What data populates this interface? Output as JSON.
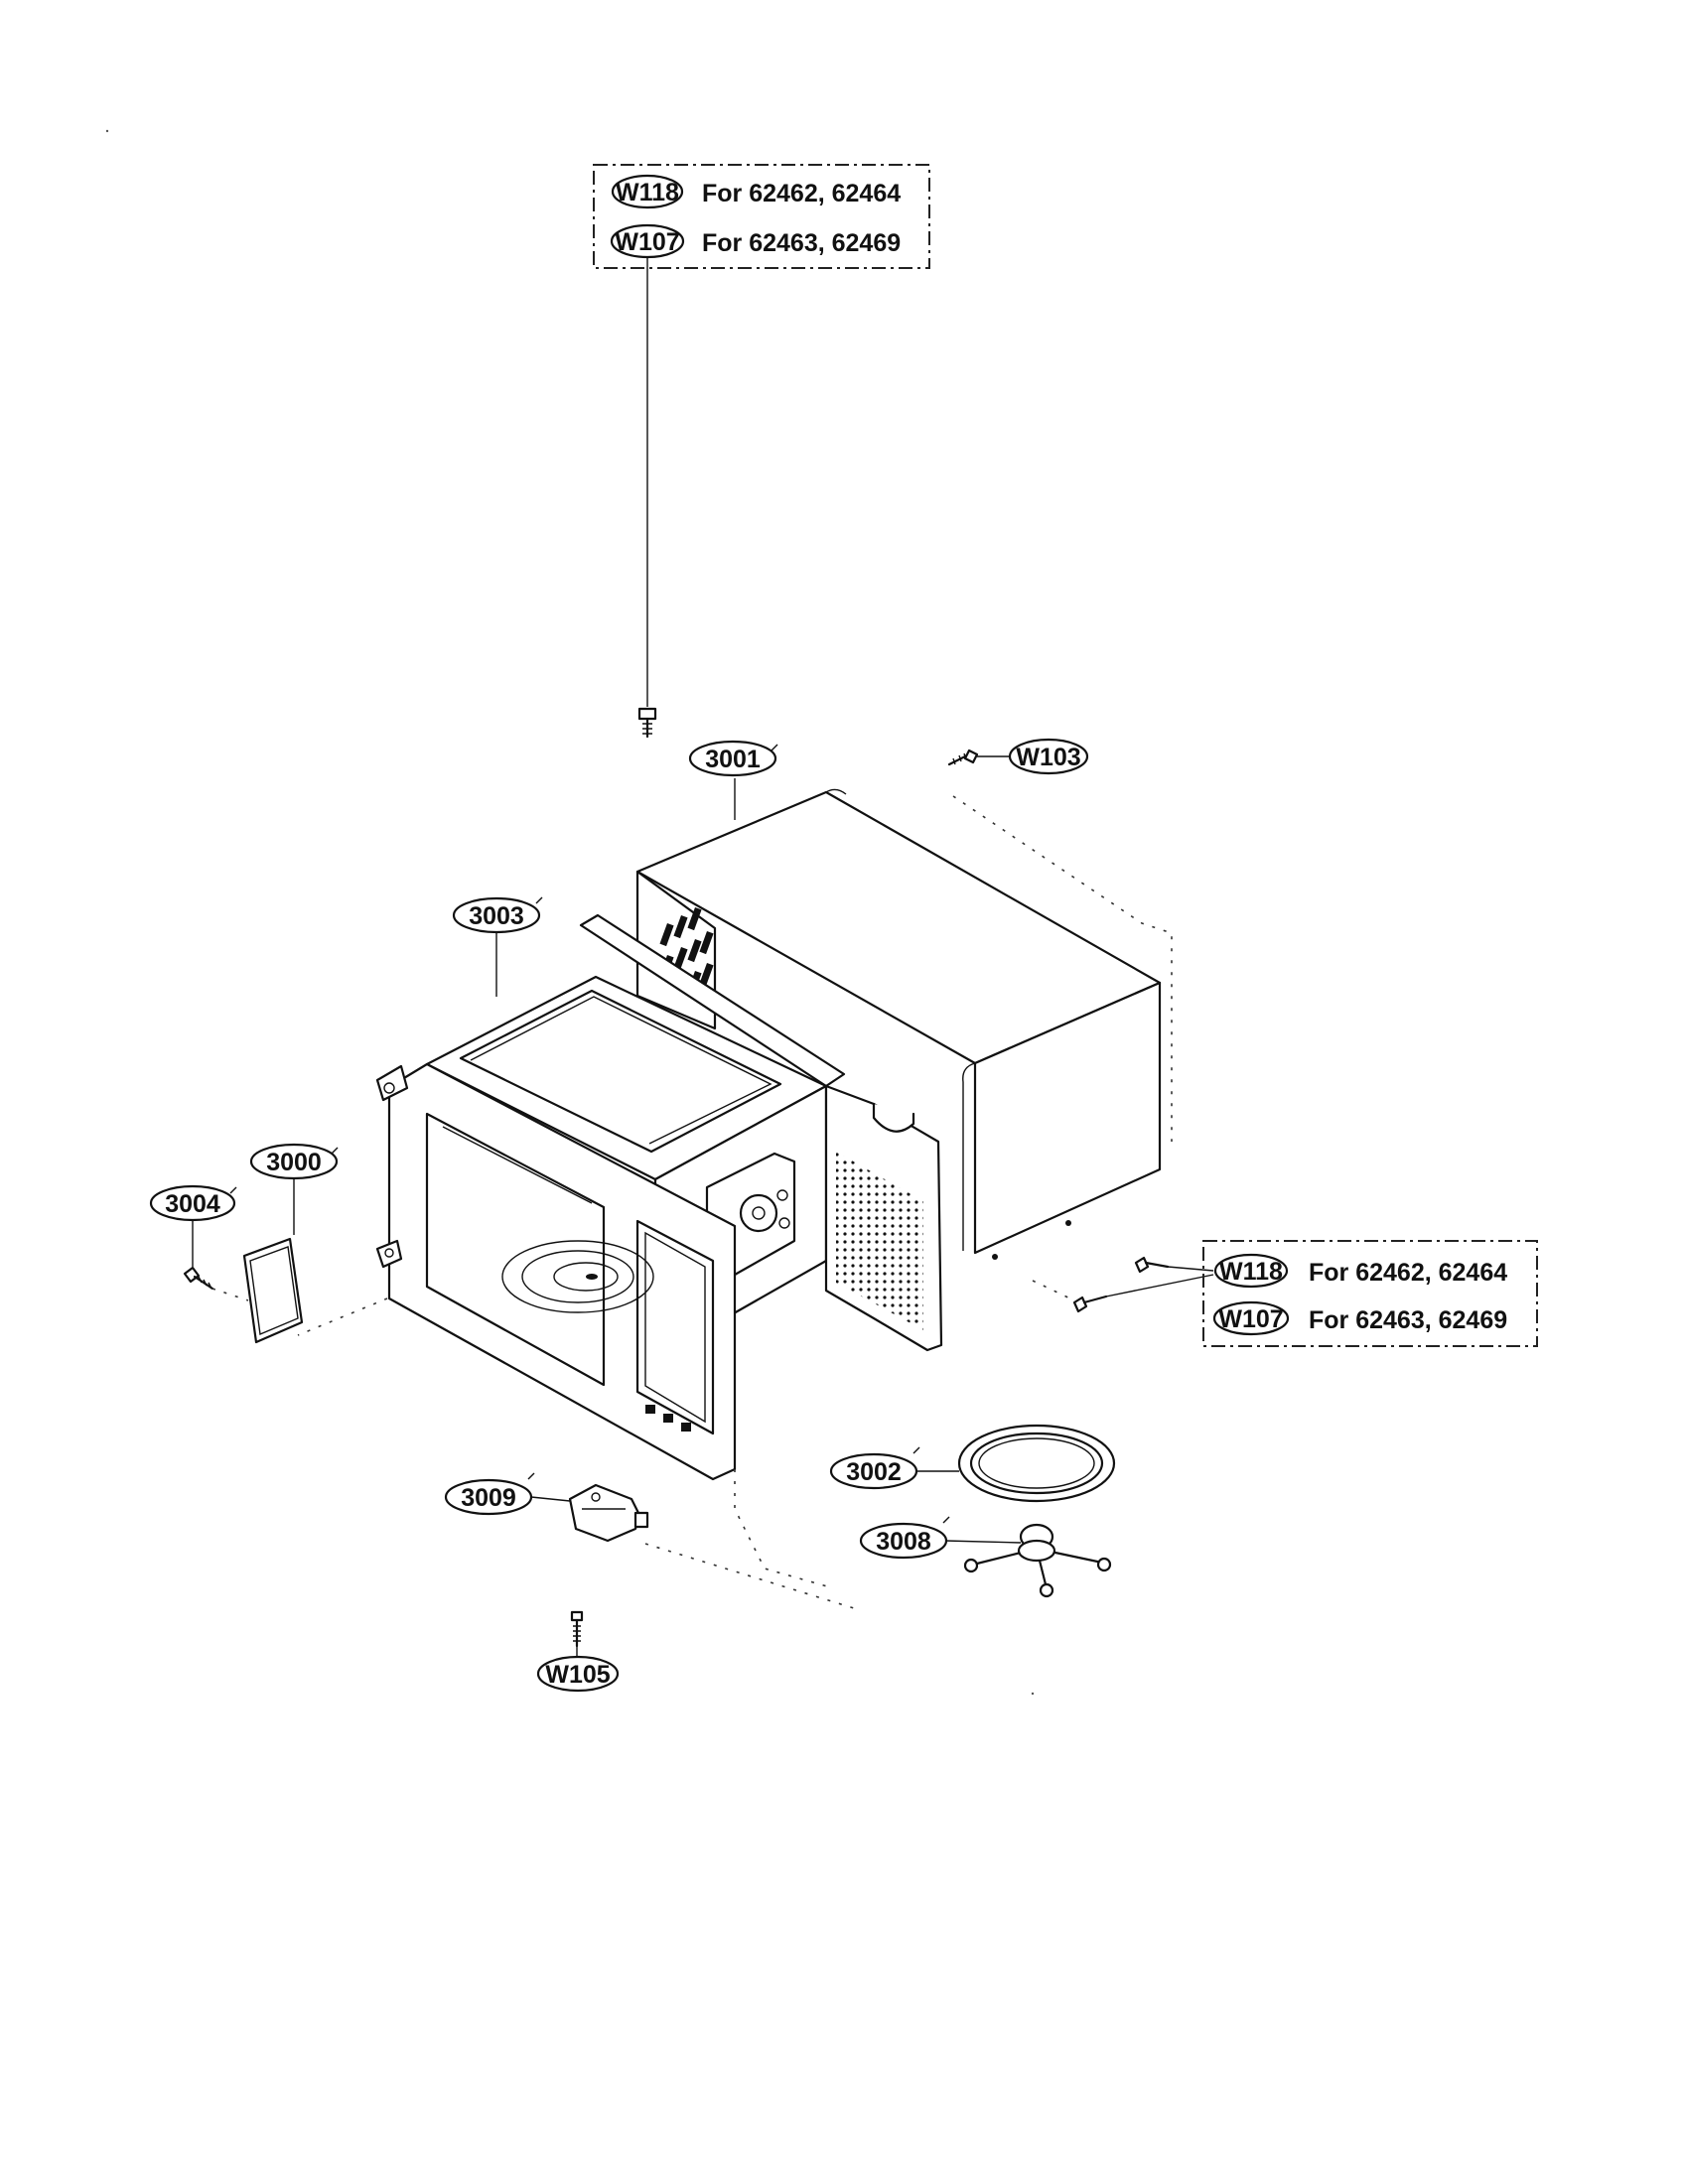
{
  "parts": {
    "p3000": "3000",
    "p3001": "3001",
    "p3002": "3002",
    "p3003": "3003",
    "p3004": "3004",
    "p3008": "3008",
    "p3009": "3009",
    "w103": "W103",
    "w105": "W105"
  },
  "screw_note_top": [
    {
      "code": "W118",
      "text": "For 62462, 62464"
    },
    {
      "code": "W107",
      "text": "For 62463, 62469"
    }
  ],
  "screw_note_right": [
    {
      "code": "W118",
      "text": "For 62462, 62464"
    },
    {
      "code": "W107",
      "text": "For 62463, 62469"
    }
  ]
}
